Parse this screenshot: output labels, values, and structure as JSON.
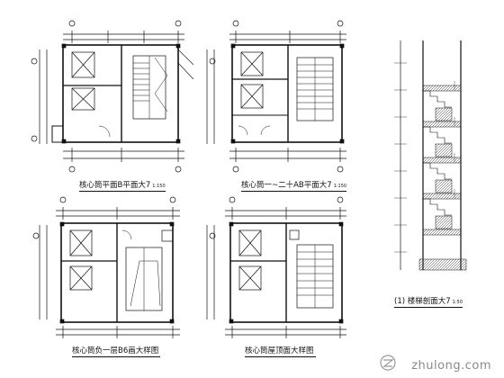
{
  "drawing": {
    "captions": {
      "plan_top_left": {
        "title": "核心筒平面B平面大7",
        "scale": "1:150"
      },
      "plan_top_middle": {
        "title": "核心筒一~二十AB平面大7",
        "scale": "1:150"
      },
      "plan_bottom_left": {
        "title": "核心筒负一层B6画大样图",
        "scale": ""
      },
      "plan_bottom_middle": {
        "title": "核心筒屋顶面大样图",
        "scale": ""
      },
      "section_right": {
        "title": "(1) 楼梯剖面大7",
        "scale": "1:50"
      }
    },
    "watermark": {
      "text": "zhulong.com"
    },
    "colors": {
      "line": "#111111",
      "fill": "#3a3a3a",
      "dim": "#555555",
      "watermark": "#8a8a8a"
    }
  }
}
